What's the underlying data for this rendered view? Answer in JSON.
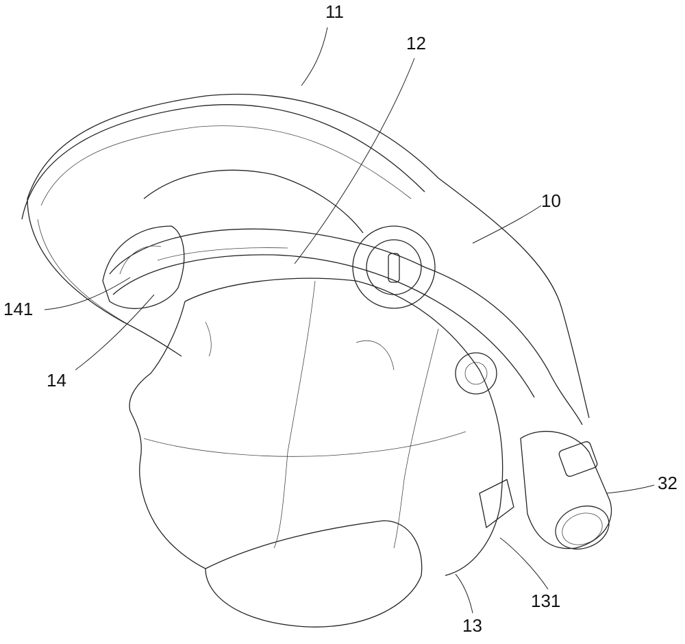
{
  "figure": {
    "labels": {
      "l10": "10",
      "l11": "11",
      "l12": "12",
      "l13": "13",
      "l14": "14",
      "l32": "32",
      "l131": "131",
      "l141": "141"
    }
  }
}
